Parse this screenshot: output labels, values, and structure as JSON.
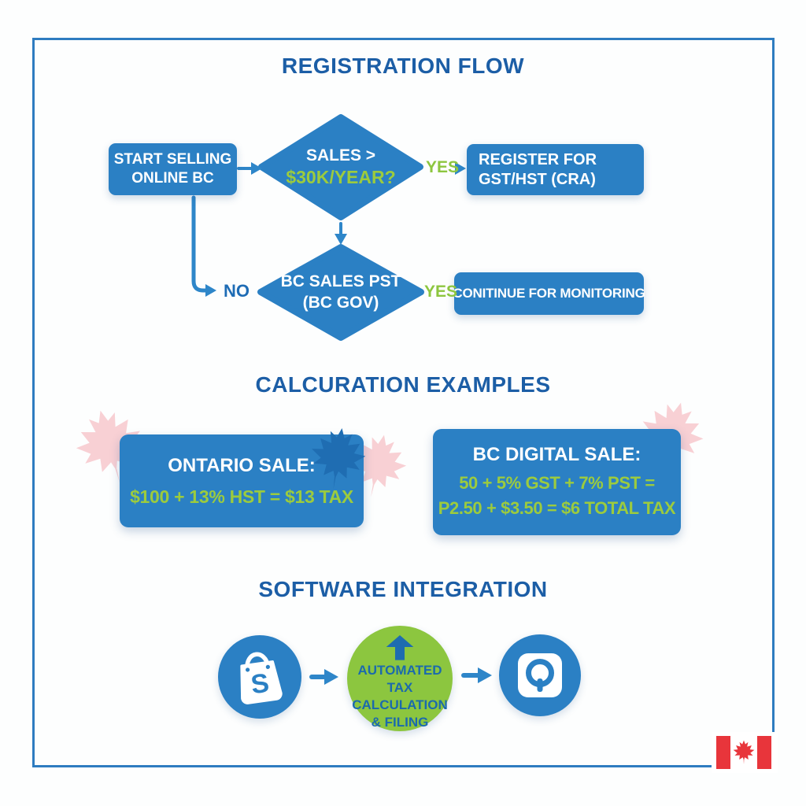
{
  "registration": {
    "title": "REGISTRATION FLOW",
    "start_box": {
      "line1": "START SELLING",
      "line2": "ONLINE BC"
    },
    "sales_diamond": {
      "line1": "SALES >",
      "line2": "$30K/YEAR?"
    },
    "yes1": "YES",
    "register_box": {
      "line1": "REGISTER FOR",
      "line2": "GST/HST (CRA)"
    },
    "no": "NO",
    "pst_diamond": {
      "line1": "BC SALES PST",
      "line2": "(BC GOV)"
    },
    "yes2": "YES",
    "monitor_box": "CONITINUE FOR MONITORING"
  },
  "calculation": {
    "title": "CALCURATION EXAMPLES",
    "ontario_card": {
      "heading": "ONTARIO SALE:",
      "formula": "$100 + 13% HST = $13 TAX"
    },
    "bc_card": {
      "heading": "BC DIGITAL SALE:",
      "formula_line1": "50 + 5% GST + 7% PST =",
      "formula_line2": "P2.50 + $3.50 = $6 TOTAL TAX"
    }
  },
  "software": {
    "title": "SOFTWARE INTEGRATION",
    "hub_label": {
      "line1": "AUTOMATED TAX",
      "line2": "CALCULATION",
      "line3": "& FILING"
    },
    "icons": {
      "left": "shopify-bag-icon",
      "left_letter": "S",
      "hub": "up-arrow-icon",
      "right": "quickbooks-icon"
    }
  },
  "footer": {
    "flag": "canada-flag-icon"
  },
  "colors": {
    "primary_blue": "#2B80C4",
    "heading_blue": "#1C5EA6",
    "arrow_blue": "#2E86C9",
    "label_blue": "#1E6CB5",
    "accent_green": "#8DC63F",
    "formula_green": "#9CCB3E",
    "leaf_pink": "#F8D0D4",
    "leaf_blue": "#1F6DB2",
    "flag_red": "#E8353B"
  }
}
